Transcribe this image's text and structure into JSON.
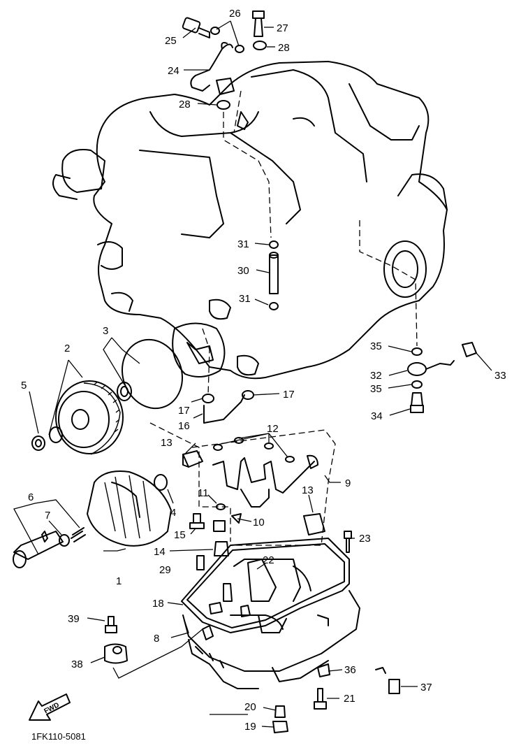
{
  "figure_code": "1FK110-5081",
  "fwd_label": "FWD",
  "callouts": [
    {
      "id": "c1",
      "label": "1"
    },
    {
      "id": "c2",
      "label": "2"
    },
    {
      "id": "c3",
      "label": "3"
    },
    {
      "id": "c4",
      "label": "4"
    },
    {
      "id": "c5",
      "label": "5"
    },
    {
      "id": "c6",
      "label": "6"
    },
    {
      "id": "c7",
      "label": "7"
    },
    {
      "id": "c8",
      "label": "8"
    },
    {
      "id": "c9",
      "label": "9"
    },
    {
      "id": "c10",
      "label": "10"
    },
    {
      "id": "c11",
      "label": "11"
    },
    {
      "id": "c12",
      "label": "12"
    },
    {
      "id": "c13a",
      "label": "13"
    },
    {
      "id": "c13b",
      "label": "13"
    },
    {
      "id": "c14",
      "label": "14"
    },
    {
      "id": "c15",
      "label": "15"
    },
    {
      "id": "c16",
      "label": "16"
    },
    {
      "id": "c17a",
      "label": "17"
    },
    {
      "id": "c17b",
      "label": "17"
    },
    {
      "id": "c18",
      "label": "18"
    },
    {
      "id": "c19",
      "label": "19"
    },
    {
      "id": "c20",
      "label": "20"
    },
    {
      "id": "c21",
      "label": "21"
    },
    {
      "id": "c22",
      "label": "22"
    },
    {
      "id": "c23",
      "label": "23"
    },
    {
      "id": "c24",
      "label": "24"
    },
    {
      "id": "c25",
      "label": "25"
    },
    {
      "id": "c26",
      "label": "26"
    },
    {
      "id": "c27",
      "label": "27"
    },
    {
      "id": "c28a",
      "label": "28"
    },
    {
      "id": "c28b",
      "label": "28"
    },
    {
      "id": "c29",
      "label": "29"
    },
    {
      "id": "c30",
      "label": "30"
    },
    {
      "id": "c31a",
      "label": "31"
    },
    {
      "id": "c31b",
      "label": "31"
    },
    {
      "id": "c32",
      "label": "32"
    },
    {
      "id": "c33",
      "label": "33"
    },
    {
      "id": "c34",
      "label": "34"
    },
    {
      "id": "c35a",
      "label": "35"
    },
    {
      "id": "c35b",
      "label": "35"
    },
    {
      "id": "c36",
      "label": "36"
    },
    {
      "id": "c37",
      "label": "37"
    },
    {
      "id": "c38",
      "label": "38"
    },
    {
      "id": "c39",
      "label": "39"
    }
  ]
}
